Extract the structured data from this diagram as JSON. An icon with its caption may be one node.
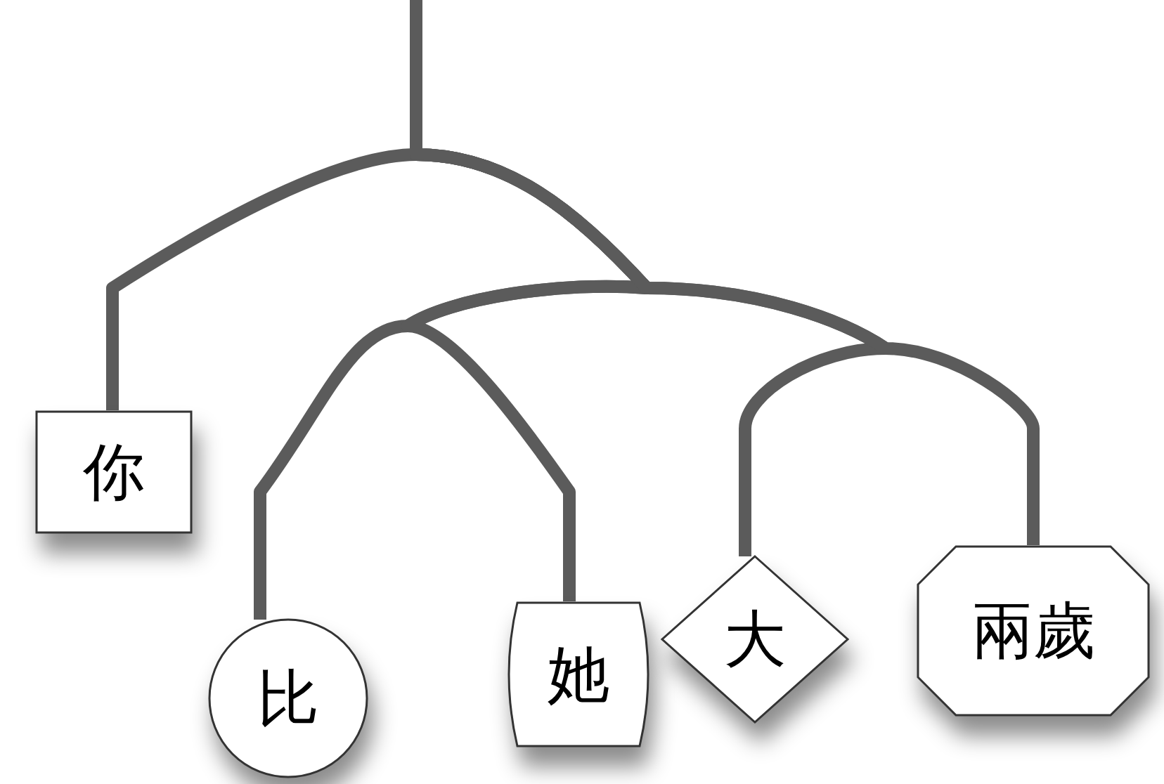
{
  "diagram": {
    "nodes": [
      {
        "text": [
          "你"
        ]
      },
      {
        "text": [
          "比"
        ]
      },
      {
        "text": [
          "她"
        ]
      },
      {
        "text": [
          "大"
        ]
      },
      {
        "text": [
          "兩歲"
        ]
      }
    ],
    "edges": [
      {
        "from": null,
        "to": 0,
        "arrow": "none"
      },
      {
        "from": null,
        "to": 1,
        "arrow": "none"
      },
      {
        "from": null,
        "to": 2,
        "arrow": "none"
      },
      {
        "from": null,
        "to": 3,
        "arrow": "none"
      },
      {
        "from": null,
        "to": 4,
        "arrow": "none"
      }
    ]
  }
}
